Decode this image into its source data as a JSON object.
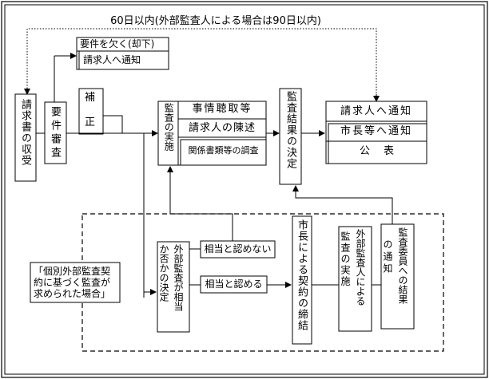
{
  "top_note": "60日以内(外部監査人による場合は90日以内)",
  "receipt": "請求書の収受",
  "requirement_review": "要件審査",
  "correction": {
    "line1": "補",
    "line2": "正"
  },
  "rejection": {
    "line1": "要件を欠く(却下)",
    "line2": "請求人へ通知"
  },
  "audit_impl": {
    "label": "監査の実施",
    "items": [
      "事情聴取等",
      "請求人の陳述",
      "関係書類等の調査"
    ]
  },
  "audit_decision": "監査結果の決定",
  "notify": {
    "items": [
      "請求人へ通知",
      "市長等へ通知",
      "公　表"
    ]
  },
  "case_note": "「個別外部監査契約に基づく監査が求められた場合」",
  "appropriateness": {
    "col1": "か否かの決定",
    "col2": "外部監査が相当"
  },
  "not_appropriate": "相当と認めない",
  "appropriate": "相当と認める",
  "contract": "市長による契約の締結",
  "external_audit": {
    "col1": "監査の実施",
    "col2": "外部監査人による"
  },
  "result_notify": {
    "col1": "の通知",
    "col2": "監査委員への結果"
  }
}
